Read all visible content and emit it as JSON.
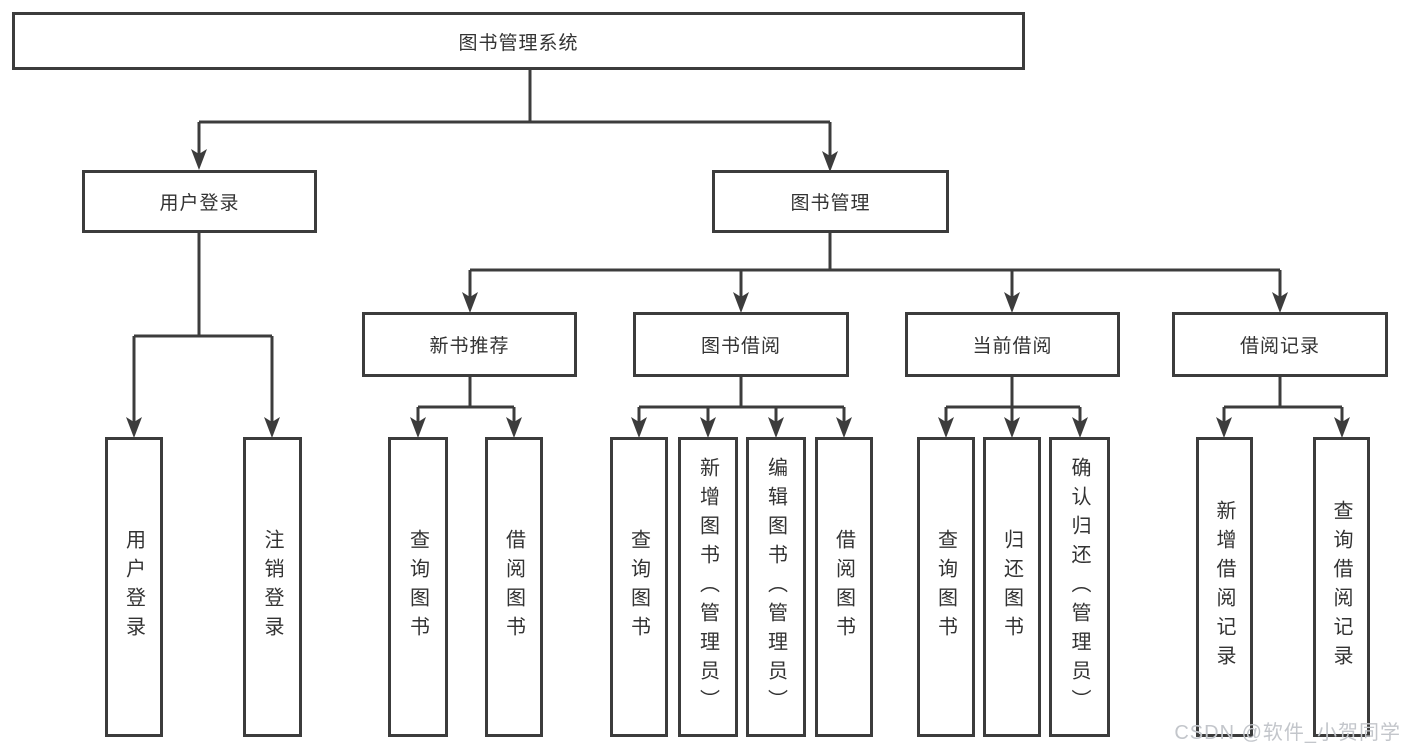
{
  "nodes": {
    "root": "图书管理系统",
    "user_login": "用户登录",
    "book_mgmt": "图书管理",
    "new_book": "新书推荐",
    "book_borrow": "图书借阅",
    "current_borrow": "当前借阅",
    "borrow_records": "借阅记录",
    "leaf_user_login": "用户登录",
    "leaf_logout": "注销登录",
    "leaf_nb_query": "查询图书",
    "leaf_nb_borrow": "借阅图书",
    "leaf_bb_query": "查询图书",
    "leaf_bb_add": "新增图书（管理员）",
    "leaf_bb_edit": "编辑图书（管理员）",
    "leaf_bb_borrow": "借阅图书",
    "leaf_cb_query": "查询图书",
    "leaf_cb_return": "归还图书",
    "leaf_cb_confirm": "确认归还（管理员）",
    "leaf_br_add": "新增借阅记录",
    "leaf_br_query": "查询借阅记录"
  },
  "hierarchy": {
    "图书管理系统": {
      "用户登录": [
        "用户登录",
        "注销登录"
      ],
      "图书管理": {
        "新书推荐": [
          "查询图书",
          "借阅图书"
        ],
        "图书借阅": [
          "查询图书",
          "新增图书（管理员）",
          "编辑图书（管理员）",
          "借阅图书"
        ],
        "当前借阅": [
          "查询图书",
          "归还图书",
          "确认归还（管理员）"
        ],
        "借阅记录": [
          "新增借阅记录",
          "查询借阅记录"
        ]
      }
    }
  },
  "watermark": "CSDN @软件_小贺同学",
  "colors": {
    "line": "#3c3c3c",
    "box_border": "#3c3c3c",
    "box_fill": "#ffffff",
    "text": "#333333",
    "watermark": "#c3c6cb",
    "background": "#ffffff"
  }
}
